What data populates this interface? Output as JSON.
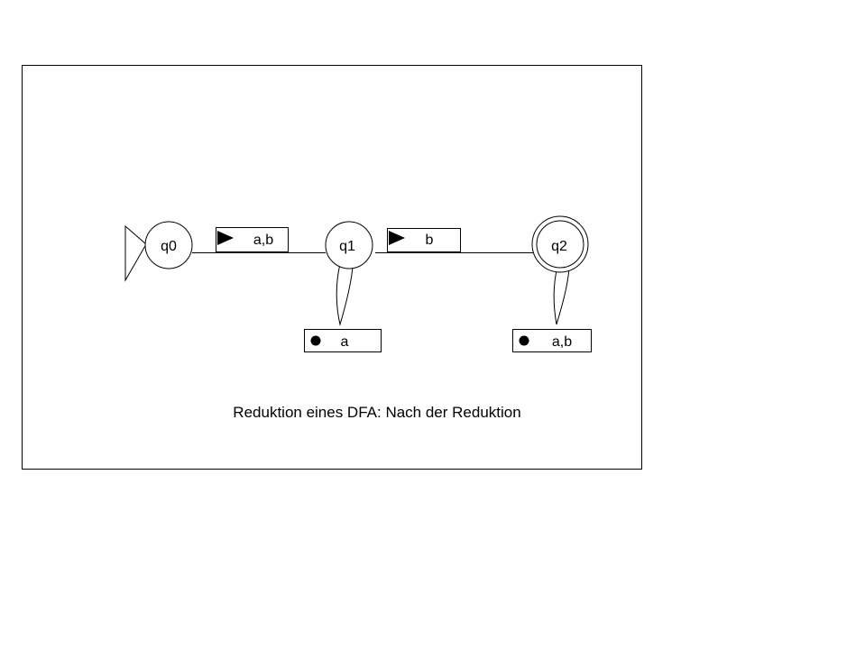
{
  "states": [
    {
      "id": "q0",
      "label": "q0",
      "initial": true,
      "accepting": false
    },
    {
      "id": "q1",
      "label": "q1",
      "initial": false,
      "accepting": false
    },
    {
      "id": "q2",
      "label": "q2",
      "initial": false,
      "accepting": true
    }
  ],
  "transitions": [
    {
      "from": "q0",
      "to": "q1",
      "label": "a,b"
    },
    {
      "from": "q1",
      "to": "q2",
      "label": "b"
    },
    {
      "from": "q1",
      "to": "q1",
      "label": "a"
    },
    {
      "from": "q2",
      "to": "q2",
      "label": "a,b"
    }
  ],
  "caption": "Reduktion eines DFA: Nach der Reduktion"
}
